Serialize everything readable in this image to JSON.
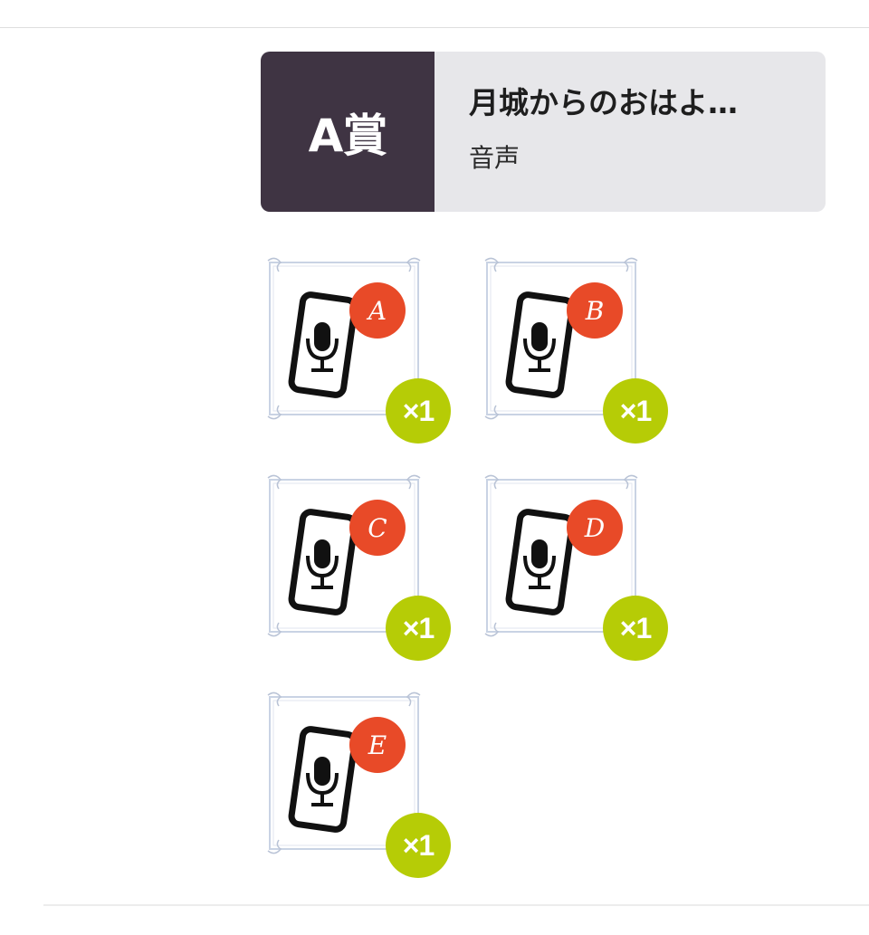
{
  "prize": {
    "rank_label": "A賞",
    "title": "月城からのおはよ…",
    "type": "音声"
  },
  "items": [
    {
      "letter": "A",
      "count": "×1",
      "icon": "voice-phone-icon"
    },
    {
      "letter": "B",
      "count": "×1",
      "icon": "voice-phone-icon"
    },
    {
      "letter": "C",
      "count": "×1",
      "icon": "voice-phone-icon"
    },
    {
      "letter": "D",
      "count": "×1",
      "icon": "voice-phone-icon"
    },
    {
      "letter": "E",
      "count": "×1",
      "icon": "voice-phone-icon"
    }
  ],
  "colors": {
    "rank_bg": "#3f3443",
    "card_bg": "#e7e7ea",
    "letter_badge": "#e84a28",
    "count_badge": "#b6cc06"
  }
}
